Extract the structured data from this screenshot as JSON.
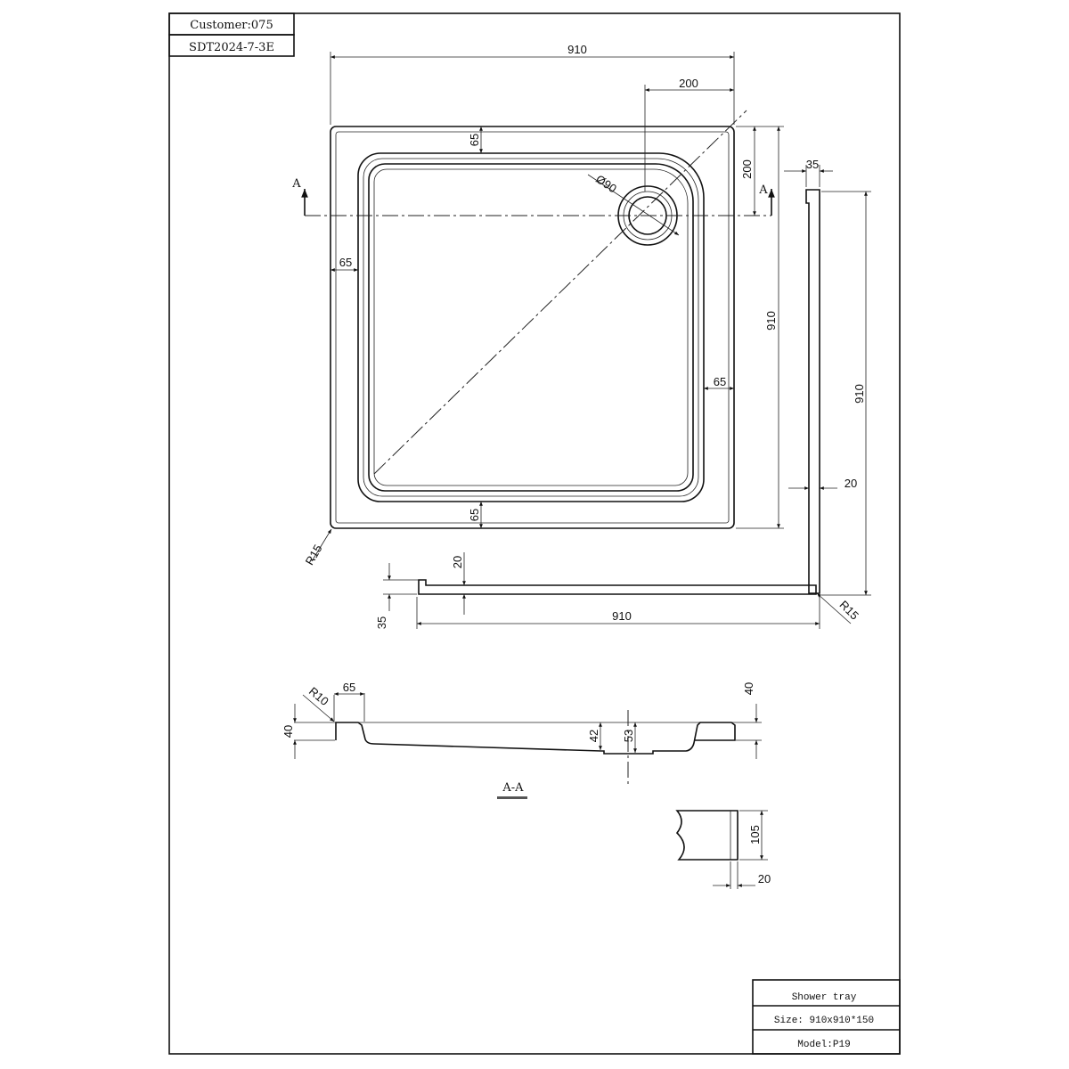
{
  "title_block_top": {
    "customer": "Customer:075",
    "drawing_no": "SDT2024-7-3E"
  },
  "title_block_bottom": {
    "product": "Shower tray",
    "size": "Size: 910x910*150",
    "model": "Model:P19"
  },
  "plan_view": {
    "width": "910",
    "drain_offset_x": "200",
    "drain_offset_y": "200",
    "height": "910",
    "rim_top": "65",
    "rim_left": "65",
    "rim_right": "65",
    "rim_bottom": "65",
    "drain_diameter": "Ø90",
    "corner_radius": "R15",
    "section_mark_left": "A",
    "section_mark_right": "A"
  },
  "side_view_right": {
    "lip": "35",
    "length": "910",
    "wall": "20"
  },
  "side_view_bottom": {
    "lip": "20",
    "height": "35",
    "length": "910",
    "corner_radius": "R15"
  },
  "section_view": {
    "title": "A-A",
    "radius": "R10",
    "rim": "65",
    "height_left": "40",
    "height_right": "40",
    "depth_drain": "42",
    "depth_outlet": "53"
  },
  "detail_view": {
    "height": "105",
    "thickness": "20"
  }
}
